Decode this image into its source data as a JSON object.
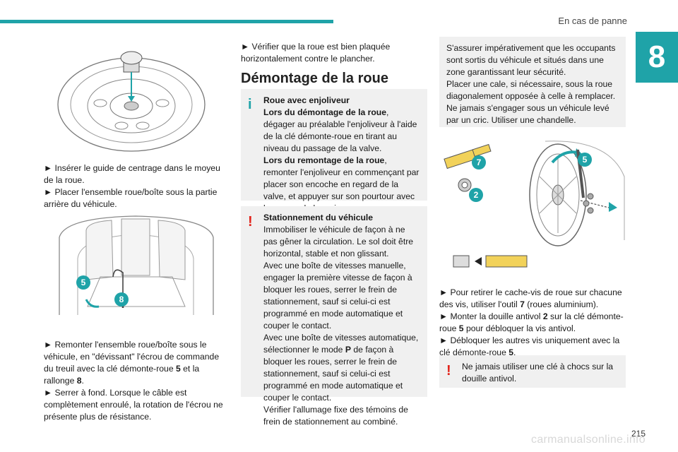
{
  "header": {
    "title": "En cas de panne",
    "chapter": "8",
    "page": "215",
    "watermark": "carmanualsonline.info"
  },
  "col1": {
    "fig1_alt": "",
    "text1": [
      "► Insérer le guide de centrage dans le moyeu de la roue.",
      "► Placer l'ensemble roue/boîte sous la partie arrière du véhicule."
    ],
    "fig2_labels": [
      "5",
      "8"
    ],
    "text2_a": "► Remonter l'ensemble roue/boîte sous le véhicule, en \"dévissant\" l'écrou de commande du treuil avec la clé démonte-roue ",
    "text2_b": "5",
    "text2_c": " et la rallonge ",
    "text2_d": "8",
    "text2_e": ".",
    "text3": "► Serrer à fond. Lorsque le câble est complètement enroulé, la rotation de l'écrou ne présente plus de résistance."
  },
  "col2": {
    "text1": "► Vérifier que la roue est bien plaquée horizontalement contre le plancher.",
    "heading": "Démontage de la roue",
    "info": {
      "title": "Roue avec enjoliveur",
      "l1_bold": "Lors du démontage de la roue",
      "l1_rest": ", dégager au préalable l'enjoliveur à l'aide de la clé démonte-roue en tirant au niveau du passage de la valve.",
      "l2_bold": "Lors du remontage de la roue",
      "l2_rest": ", remonter l'enjoliveur en commençant par placer son encoche en regard de la valve, et appuyer sur son pourtour avec la paume de la main."
    },
    "warn": {
      "title": "Stationnement du véhicule",
      "p1": "Immobiliser le véhicule de façon à ne pas gêner la circulation. Le sol doit être horizontal, stable et non glissant.",
      "p2": "Avec une boîte de vitesses manuelle, engager la première vitesse de façon à bloquer les roues, serrer le frein de stationnement, sauf si celui-ci est programmé en mode automatique et couper le contact.",
      "p3a": "Avec une boîte de vitesses automatique, sélectionner le mode ",
      "p3b": "P",
      "p3c": " de façon à bloquer les roues, serrer le frein de stationnement, sauf si celui-ci est programmé en mode automatique et couper le contact.",
      "p4": "Vérifier l'allumage fixe des témoins de frein de stationnement au combiné."
    }
  },
  "col3": {
    "safety": [
      "S'assurer impérativement que les occupants sont sortis du véhicule et situés dans une zone garantissant leur sécurité.",
      "Placer une cale, si nécessaire, sous la roue diagonalement opposée à celle à remplacer.",
      "Ne jamais s'engager sous un véhicule levé par un cric. Utiliser une chandelle."
    ],
    "fig_labels": [
      "7",
      "2",
      "5"
    ],
    "t1a": "► Pour retirer le cache-vis de roue sur chacune des vis, utiliser l'outil ",
    "t1b": "7",
    "t1c": " (roues aluminium).",
    "t2a": "► Monter la douille antivol ",
    "t2b": "2",
    "t2c": " sur la clé démonte-roue ",
    "t2d": "5",
    "t2e": " pour débloquer la vis antivol.",
    "t3a": "► Débloquer les autres vis uniquement avec la clé démonte-roue ",
    "t3b": "5",
    "t3c": ".",
    "warn": "Ne jamais utiliser une clé à chocs sur la douille antivol."
  },
  "colors": {
    "accent": "#1fa3a8",
    "warning": "#e2231a",
    "box_bg": "#f0f0f0"
  }
}
